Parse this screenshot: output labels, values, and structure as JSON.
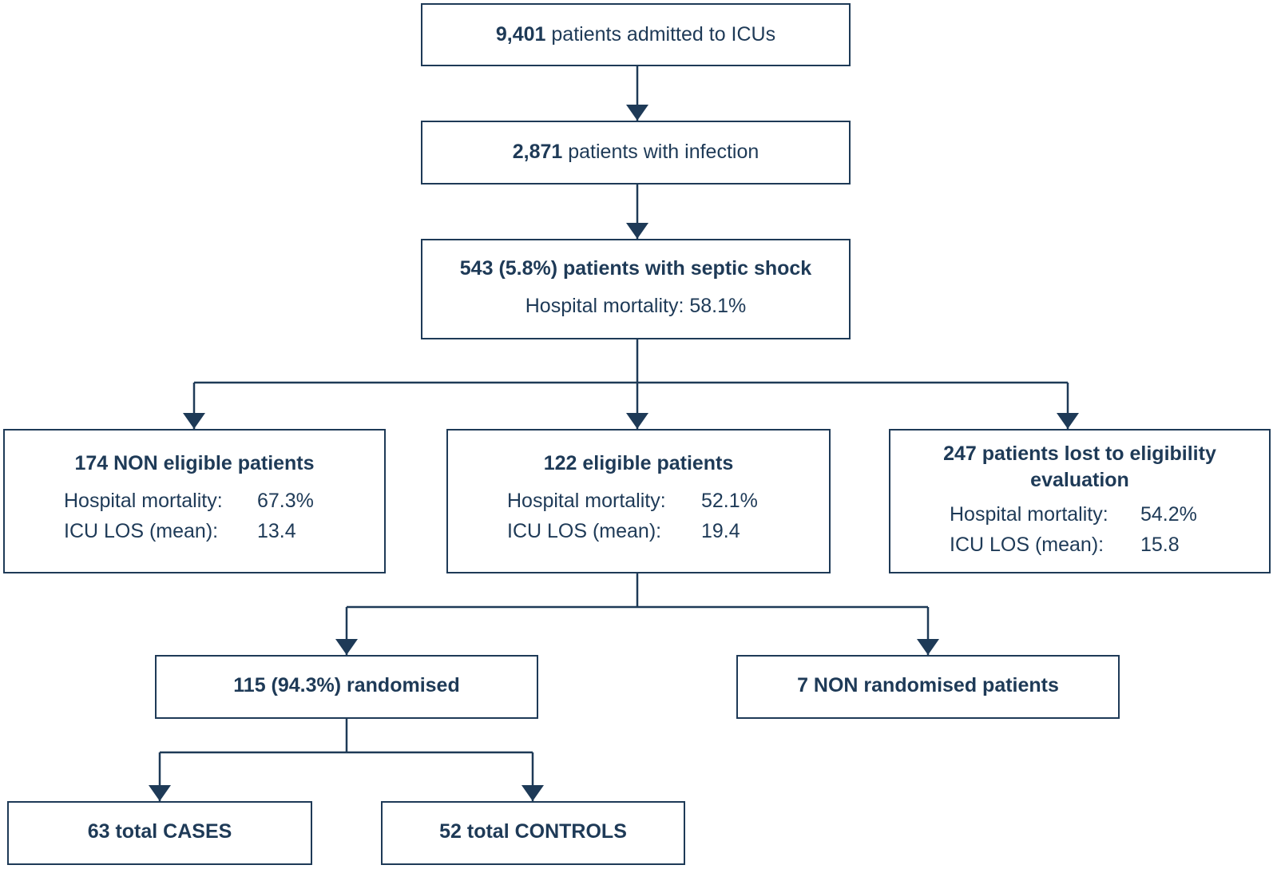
{
  "colors": {
    "stroke": "#1e3a57",
    "background": "#ffffff"
  },
  "admitted": {
    "count": "9,401",
    "text": "patients admitted to ICUs"
  },
  "infection": {
    "count": "2,871",
    "text": "patients with infection"
  },
  "septic": {
    "title": "543 (5.8%) patients with septic shock",
    "mortality": "Hospital mortality: 58.1%"
  },
  "non_eligible": {
    "title": "174 NON eligible patients",
    "mortality_label": "Hospital mortality:",
    "mortality_value": "67.3%",
    "los_label": "ICU LOS (mean):",
    "los_value": "13.4"
  },
  "eligible": {
    "title": "122 eligible patients",
    "mortality_label": "Hospital mortality:",
    "mortality_value": "52.1%",
    "los_label": "ICU LOS (mean):",
    "los_value": "19.4"
  },
  "lost": {
    "title_line1": "247  patients lost to eligibility",
    "title_line2": "evaluation",
    "mortality_label": "Hospital mortality:",
    "mortality_value": "54.2%",
    "los_label": "ICU LOS (mean):",
    "los_value": "15.8"
  },
  "randomised": {
    "title": "115 (94.3%) randomised"
  },
  "non_randomised": {
    "title": "7 NON randomised patients"
  },
  "cases": {
    "title": "63 total CASES"
  },
  "controls": {
    "title": "52 total CONTROLS"
  }
}
